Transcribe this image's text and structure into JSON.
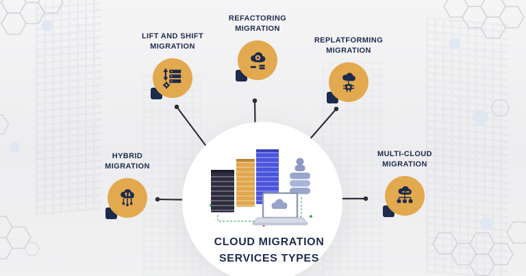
{
  "title": "CLOUD MIGRATION SERVICES TYPES",
  "nodes": [
    {
      "id": "lift-and-shift",
      "label": "LIFT AND SHIFT MIGRATION",
      "icon": "server-shift-arrows-icon"
    },
    {
      "id": "refactoring",
      "label": "REFACTORING MIGRATION",
      "icon": "cloud-gear-coins-icon"
    },
    {
      "id": "replatforming",
      "label": "REPLATFORMING MIGRATION",
      "icon": "cloud-cpu-icon"
    },
    {
      "id": "hybrid",
      "label": "HYBRID MIGRATION",
      "icon": "cloud-sync-network-icon"
    },
    {
      "id": "multi-cloud",
      "label": "MULTI-CLOUD MIGRATION",
      "icon": "cloud-multi-node-icon"
    }
  ],
  "center_illustration": "server-racks-laptop-cloud",
  "colors": {
    "accent": "#E2A94F",
    "navy": "#1D2B4D",
    "connector": "#2E2E38",
    "background": "#F0F0F2",
    "server_dark": "#2D2D3F",
    "server_gold": "#DFA74E",
    "server_blue": "#4A54DD",
    "link_green": "#3FAE62"
  }
}
